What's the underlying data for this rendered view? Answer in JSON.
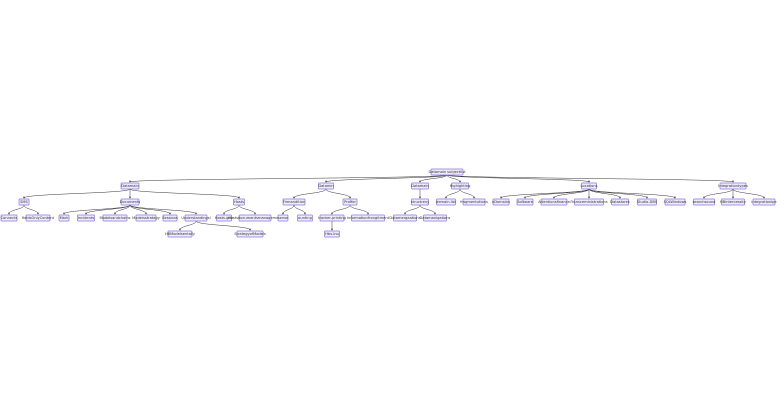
{
  "diagram": {
    "type": "tree",
    "direction": "top-down",
    "colors": {
      "node_fill": "#ECECFF",
      "node_border": "#9370DB",
      "edge": "#333333",
      "text": "#333333"
    },
    "nodes": [
      {
        "id": "root",
        "label": "Datamain subjectlist"
      },
      {
        "id": "n1",
        "label": "Datamain",
        "parent": "root"
      },
      {
        "id": "n2",
        "label": "Datamin",
        "parent": "root"
      },
      {
        "id": "n3",
        "label": "Datamain",
        "parent": "root"
      },
      {
        "id": "n4",
        "label": "Highighting",
        "parent": "root"
      },
      {
        "id": "n5",
        "label": "Locations",
        "parent": "root"
      },
      {
        "id": "n6",
        "label": "Integrationtypes",
        "parent": "root"
      },
      {
        "id": "n1a",
        "label": "SMS",
        "parent": "n1"
      },
      {
        "id": "n1b",
        "label": "Documents",
        "parent": "n1"
      },
      {
        "id": "n1c",
        "label": "Hosts",
        "parent": "n1"
      },
      {
        "id": "n1a1",
        "label": "Connects",
        "parent": "n1a"
      },
      {
        "id": "n1a2",
        "label": "fieldsOnlyContent",
        "parent": "n1a"
      },
      {
        "id": "n1b1",
        "label": "Mark",
        "parent": "n1b"
      },
      {
        "id": "n1b2",
        "label": "Incidents",
        "parent": "n1b"
      },
      {
        "id": "n1b3",
        "label": "Modelsandchains",
        "parent": "n1b"
      },
      {
        "id": "n1b4",
        "label": "Modelsstrategy",
        "parent": "n1b"
      },
      {
        "id": "n1b5",
        "label": "Sessions",
        "parent": "n1b"
      },
      {
        "id": "n1b6",
        "label": "Understandingsl",
        "parent": "n1b"
      },
      {
        "id": "n1b61",
        "label": "HBModelsentally",
        "parent": "n1b6"
      },
      {
        "id": "n1b62",
        "label": "StrategyofModels",
        "parent": "n1b6"
      },
      {
        "id": "n1c1",
        "label": "Hosts.gdir",
        "parent": "n1c"
      },
      {
        "id": "n1c2",
        "label": "Hostsdocumentsmanagement",
        "parent": "n1c"
      },
      {
        "id": "n2a",
        "label": "Firmandition",
        "parent": "n2"
      },
      {
        "id": "n2b",
        "label": "Proffer",
        "parent": "n2"
      },
      {
        "id": "n2a1",
        "label": "sense",
        "parent": "n2a"
      },
      {
        "id": "n2a2",
        "label": "ounting",
        "parent": "n2a"
      },
      {
        "id": "n2b1",
        "label": "tracker-printing",
        "parent": "n2b"
      },
      {
        "id": "n2b2",
        "label": "Informationfrongitment",
        "parent": "n2b"
      },
      {
        "id": "n2b11",
        "label": "Hbs.lnq",
        "parent": "n2b1"
      },
      {
        "id": "n3a",
        "label": "structreny",
        "parent": "n3"
      },
      {
        "id": "n3a1",
        "label": "Datamergaations",
        "parent": "n3a"
      },
      {
        "id": "n3a2",
        "label": "Datamanigations",
        "parent": "n3a"
      },
      {
        "id": "n4a",
        "label": "demain.list",
        "parent": "n4"
      },
      {
        "id": "n4b",
        "label": "fragmentutions",
        "parent": "n4"
      },
      {
        "id": "n5a",
        "label": "nDomains",
        "parent": "n5"
      },
      {
        "id": "n5b",
        "label": "Software",
        "parent": "n5"
      },
      {
        "id": "n5c",
        "label": "Attentionsfinance",
        "parent": "n5"
      },
      {
        "id": "n5d",
        "label": "Financeministrations",
        "parent": "n5"
      },
      {
        "id": "n5e",
        "label": "Datastores",
        "parent": "n5"
      },
      {
        "id": "n5f",
        "label": "Studio-DBS",
        "parent": "n5"
      },
      {
        "id": "n5g",
        "label": "SQLWindows",
        "parent": "n5"
      },
      {
        "id": "n6a",
        "label": "searchsound",
        "parent": "n6"
      },
      {
        "id": "n6b",
        "label": "HBintercessity",
        "parent": "n6"
      },
      {
        "id": "n6c",
        "label": "integrationlpe",
        "parent": "n6"
      }
    ]
  }
}
